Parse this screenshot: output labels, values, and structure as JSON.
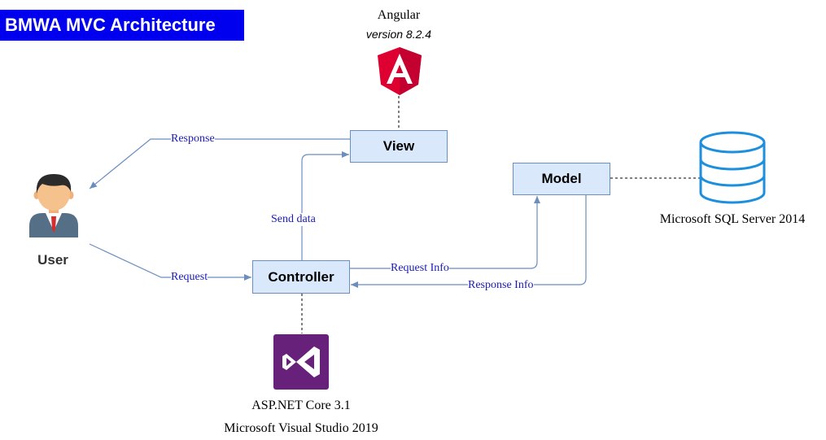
{
  "title": "BMWA MVC Architecture",
  "nodes": {
    "view": "View",
    "model": "Model",
    "controller": "Controller",
    "user": "User"
  },
  "angular": {
    "name": "Angular",
    "version": "version 8.2.4"
  },
  "database": {
    "caption": "Microsoft SQL Server 2014"
  },
  "aspnet": {
    "line1": "ASP.NET Core 3.1",
    "line2": "Microsoft Visual Studio 2019"
  },
  "edges": {
    "response": "Response",
    "request": "Request",
    "send_data": "Send data",
    "request_info": "Request Info",
    "response_info": "Response Info"
  },
  "colors": {
    "title_bg": "#0000ee",
    "box_fill": "#dae8fc",
    "box_border": "#6c8ebf",
    "edge": "#6c8ebf",
    "edge_label": "#1a1ab8",
    "angular_red": "#dd0031",
    "vs_purple": "#68217a",
    "db_blue": "#1d8fdc"
  }
}
